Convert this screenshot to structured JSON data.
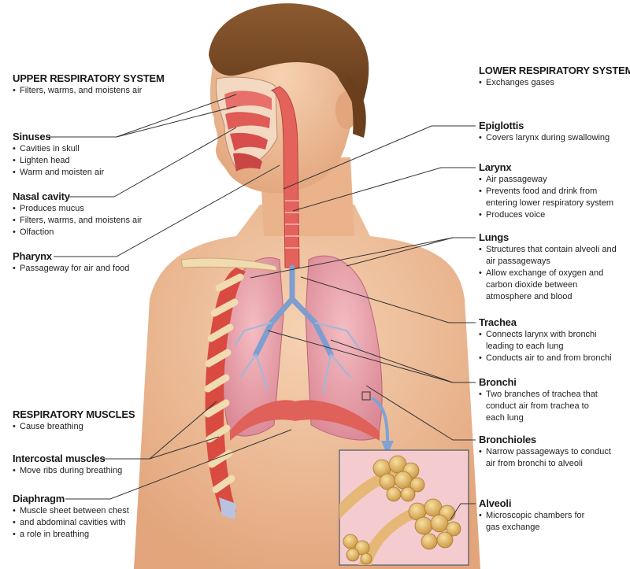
{
  "upper": {
    "title": "UPPER RESPIRATORY SYSTEM",
    "items": [
      "Filters, warms, and moistens air"
    ]
  },
  "sinuses": {
    "title": "Sinuses",
    "items": [
      "Cavities in skull",
      "Lighten head",
      "Warm and moisten air"
    ]
  },
  "nasal": {
    "title": "Nasal cavity",
    "items": [
      "Produces mucus",
      "Filters, warms, and moistens air",
      "Olfaction"
    ]
  },
  "pharynx": {
    "title": "Pharynx",
    "items": [
      "Passageway for air and food"
    ]
  },
  "muscles": {
    "title": "RESPIRATORY MUSCLES",
    "items": [
      "Cause breathing"
    ]
  },
  "intercostal": {
    "title": "Intercostal muscles",
    "items": [
      "Move ribs during breathing"
    ]
  },
  "diaphragm": {
    "title": "Diaphragm",
    "items": [
      "Muscle sheet between chest",
      "and abdominal cavities with",
      "a role in breathing"
    ]
  },
  "lower": {
    "title": "LOWER RESPIRATORY SYSTEM",
    "items": [
      "Exchanges gases"
    ]
  },
  "epiglottis": {
    "title": "Epiglottis",
    "items": [
      "Covers larynx during swallowing"
    ]
  },
  "larynx": {
    "title": "Larynx",
    "items": [
      "Air passageway",
      "Prevents food and drink from",
      "entering lower respiratory system",
      "Produces voice"
    ]
  },
  "lungs": {
    "title": "Lungs",
    "items": [
      "Structures that contain alveoli and",
      "air passageways",
      "Allow exchange of oxygen and",
      "carbon dioxide between",
      "atmosphere and blood"
    ]
  },
  "trachea": {
    "title": "Trachea",
    "items": [
      "Connects larynx with bronchi",
      "leading to each lung",
      "Conducts air to and from bronchi"
    ]
  },
  "bronchi": {
    "title": "Bronchi",
    "items": [
      "Two branches of trachea that",
      "conduct air from trachea to",
      "each lung"
    ]
  },
  "bronchioles": {
    "title": "Bronchioles",
    "items": [
      "Narrow passageways to conduct",
      "air from bronchi to alveoli"
    ]
  },
  "alveoli": {
    "title": "Alveoli",
    "items": [
      "Microscopic chambers for",
      "gas exchange"
    ]
  },
  "colors": {
    "skin": "#f2c19c",
    "hair": "#7a4a25",
    "airway": "#e0605a",
    "lung": "#e8a0a8",
    "bronchi": "#7f9ed0",
    "rib": "#e8c98a",
    "alveolus": "#e0b45c"
  }
}
